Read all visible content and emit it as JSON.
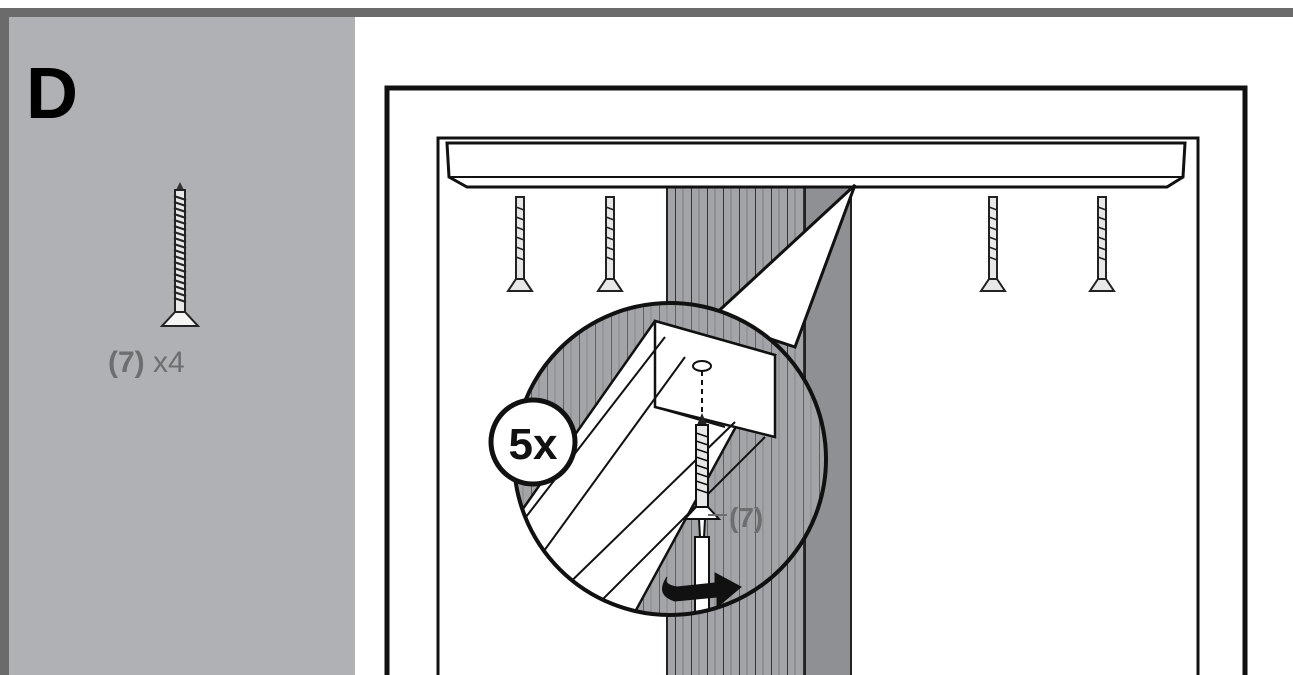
{
  "step": {
    "letter": "D"
  },
  "parts": {
    "screw_id": "(7)",
    "screw_quantity": "x4",
    "icon": "screw-icon"
  },
  "callout": {
    "repeat_badge": "5x",
    "screw_label": "(7)",
    "tool_icon": "screwdriver-icon",
    "rotate_icon": "rotate-arrow-icon"
  },
  "colors": {
    "sidebar": "#b0b1b4",
    "frame": "#6b6b6b",
    "label_gray": "#6d6e70",
    "curtain": "#9a9b9e"
  }
}
